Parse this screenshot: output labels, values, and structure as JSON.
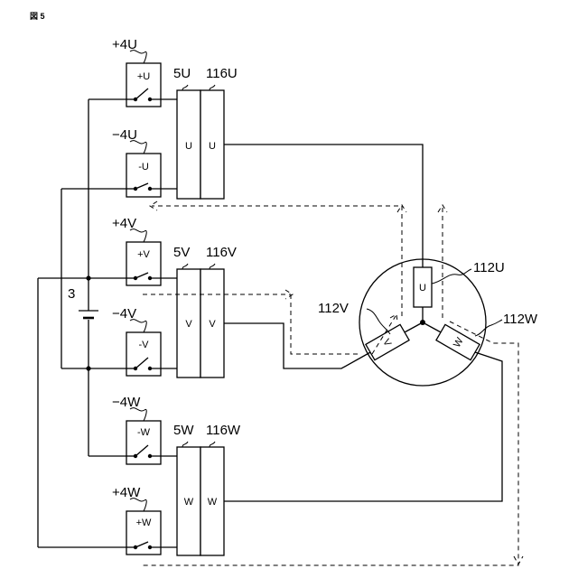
{
  "figure_label": "図 5",
  "battery_label": "3",
  "switches": {
    "plus_u": {
      "label": "+4U",
      "inner": "+U"
    },
    "minus_u": {
      "label": "−4U",
      "inner": "-U"
    },
    "plus_v": {
      "label": "+4V",
      "inner": "+V"
    },
    "minus_v": {
      "label": "−4V",
      "inner": "-V"
    },
    "minus_w": {
      "label": "−4W",
      "inner": "-W"
    },
    "plus_w": {
      "label": "+4W",
      "inner": "+W"
    }
  },
  "phases": {
    "u": {
      "inverter_label": "5U",
      "sensor_label": "116U",
      "inner": "U"
    },
    "v": {
      "inverter_label": "5V",
      "sensor_label": "116V",
      "inner": "V"
    },
    "w": {
      "inverter_label": "5W",
      "sensor_label": "116W",
      "inner": "W"
    }
  },
  "motor": {
    "coil_u": {
      "label": "112U",
      "inner": "U"
    },
    "coil_v": {
      "label": "112V",
      "inner": "V"
    },
    "coil_w": {
      "label": "112W",
      "inner": "W"
    }
  }
}
